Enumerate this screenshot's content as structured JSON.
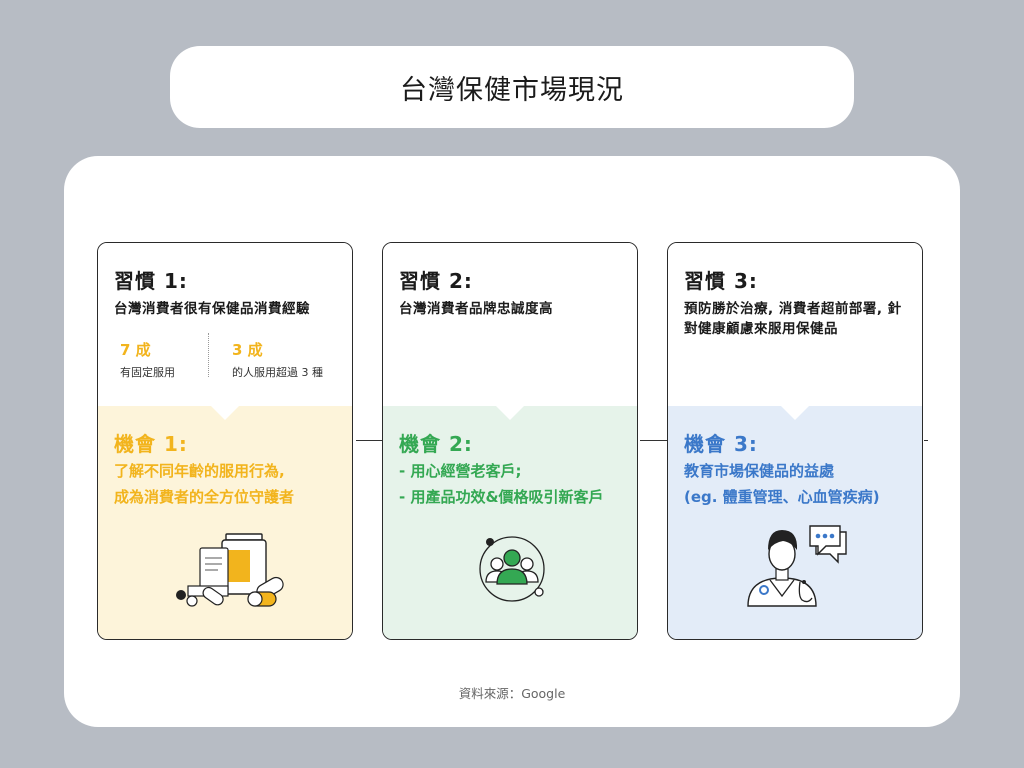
{
  "title": "台灣保健市場現況",
  "panels": [
    {
      "habit_title": "習慣 1:",
      "habit_desc": "台灣消費者很有保健品消費經驗",
      "stats": [
        {
          "value": "7 成",
          "label": "有固定服用"
        },
        {
          "value": "3 成",
          "label": "的人服用超過 3 種"
        }
      ],
      "opp_title": "機會 1:",
      "opp_lines": [
        "了解不同年齡的服用行為,",
        "成為消費者的全方位守護者"
      ]
    },
    {
      "habit_title": "習慣 2:",
      "habit_desc": "台灣消費者品牌忠誠度高",
      "opp_title": "機會 2:",
      "opp_lines": [
        "- 用心經營老客戶;",
        "- 用產品功效&價格吸引新客戶"
      ]
    },
    {
      "habit_title": "習慣 3:",
      "habit_desc": "預防勝於治療, 消費者超前部署, 針對健康顧慮來服用保健品",
      "opp_title": "機會 3:",
      "opp_lines": [
        "教育市場保健品的益處",
        "(eg. 體重管理、心血管疾病)"
      ]
    }
  ],
  "source": "資料來源：Google",
  "colors": {
    "page_bg": "#b7bcc4",
    "panel1_accent": "#f2b41d",
    "panel1_bg": "#fdf4da",
    "panel2_accent": "#34a853",
    "panel2_bg": "#e6f3ea",
    "panel3_accent": "#3b78c9",
    "panel3_bg": "#e3ecf8"
  },
  "icons": [
    "medicine-bottle-icon",
    "customer-group-icon",
    "doctor-chat-icon"
  ]
}
